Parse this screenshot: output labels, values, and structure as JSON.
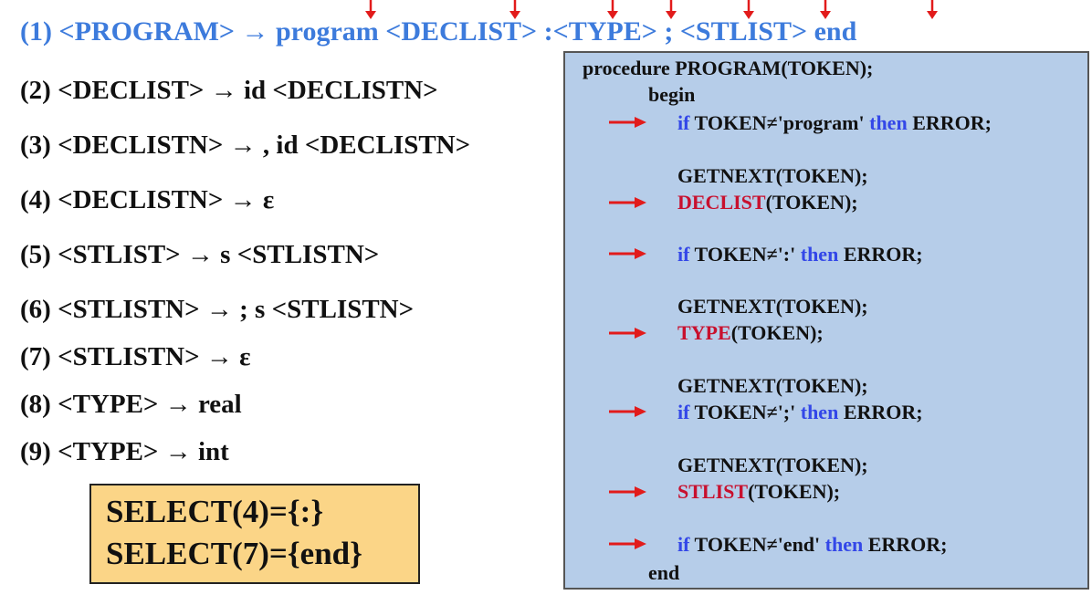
{
  "productions": {
    "p1": {
      "num": "(1)",
      "lhs": "<PROGRAM>",
      "arrow": "→",
      "rhs": "program <DECLIST> :<TYPE> ; <STLIST> end"
    },
    "p2": "(2) <DECLIST> → id <DECLISTN>",
    "p3": "(3) <DECLISTN> → , id <DECLISTN>",
    "p4": "(4) <DECLISTN> → ε",
    "p5": "(5) <STLIST> → s <STLISTN>",
    "p6": "(6) <STLISTN> → ; s <STLISTN>",
    "p7": "(7) <STLISTN> → ε",
    "p8": "(8) <TYPE> → real",
    "p9": "(9) <TYPE> → int"
  },
  "select": {
    "line1": "SELECT(4)={:}",
    "line2": "SELECT(7)={end}"
  },
  "procedure": {
    "header": "procedure PROGRAM(TOKEN);",
    "begin": "begin",
    "end": "end",
    "if_kw": "if",
    "then_kw": "then",
    "error": "ERROR;",
    "getnext": "GETNEXT(TOKEN);",
    "cond_program": " TOKEN≠'program' ",
    "cond_colon": " TOKEN≠':' ",
    "cond_semi": " TOKEN≠';' ",
    "cond_end": " TOKEN≠'end' ",
    "call_declist": "DECLIST",
    "call_type": "TYPE",
    "call_stlist": "STLIST",
    "call_args": "(TOKEN);"
  },
  "colors": {
    "production1": "#3d7bdc",
    "keyword": "#3347e8",
    "call": "#c8102e",
    "arrow": "#e21b1b",
    "select_bg": "#fbd587",
    "proc_bg": "#b6cde9"
  }
}
